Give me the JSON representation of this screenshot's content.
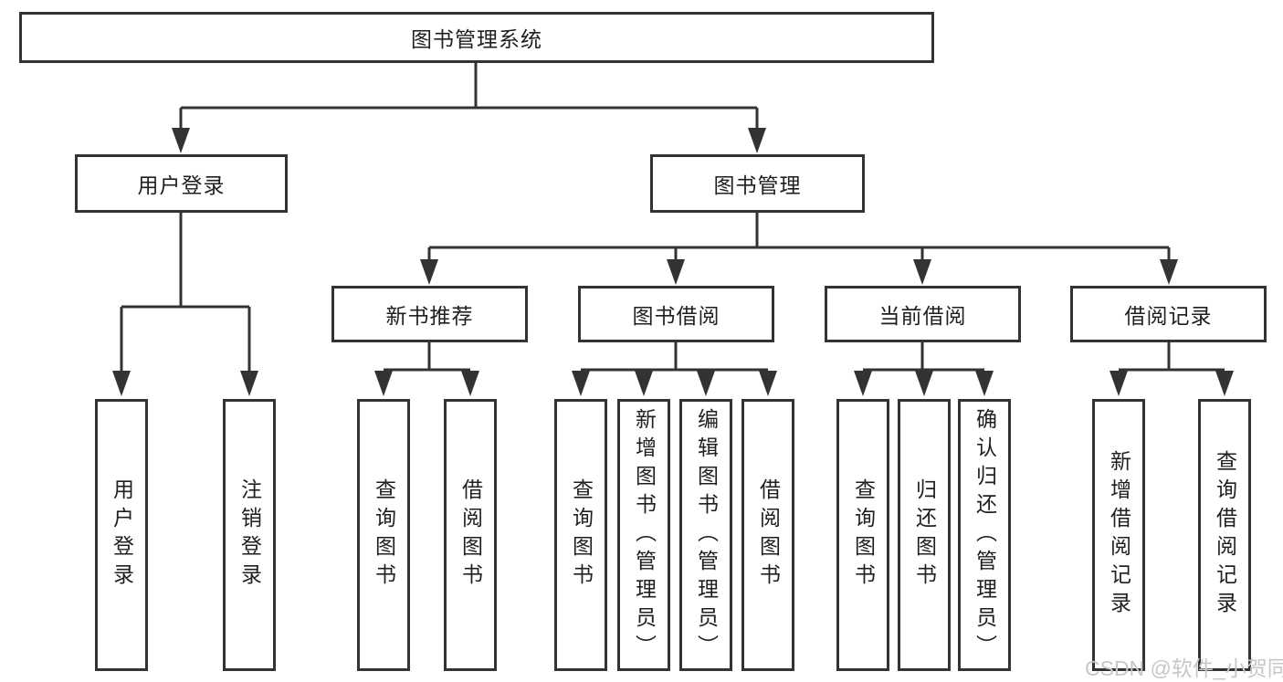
{
  "diagram": {
    "type": "tree",
    "root": {
      "label": "图书管理系统",
      "children": [
        {
          "label": "用户登录",
          "children": [
            {
              "label": "用户登录"
            },
            {
              "label": "注销登录"
            }
          ]
        },
        {
          "label": "图书管理",
          "children": [
            {
              "label": "新书推荐",
              "children": [
                {
                  "label": "查询图书"
                },
                {
                  "label": "借阅图书"
                }
              ]
            },
            {
              "label": "图书借阅",
              "children": [
                {
                  "label": "查询图书"
                },
                {
                  "label": "新增图书（管理员）"
                },
                {
                  "label": "编辑图书（管理员）"
                },
                {
                  "label": "借阅图书"
                }
              ]
            },
            {
              "label": "当前借阅",
              "children": [
                {
                  "label": "查询图书"
                },
                {
                  "label": "归还图书"
                },
                {
                  "label": "确认归还（管理员）"
                }
              ]
            },
            {
              "label": "借阅记录",
              "children": [
                {
                  "label": "新增借阅记录"
                },
                {
                  "label": "查询借阅记录"
                }
              ]
            }
          ]
        }
      ]
    }
  },
  "watermark": "CSDN @软件_小贺同学",
  "colors": {
    "line": "#333333",
    "text": "#1f1f1f",
    "watermark": "#c7c7c7",
    "background": "#ffffff"
  }
}
